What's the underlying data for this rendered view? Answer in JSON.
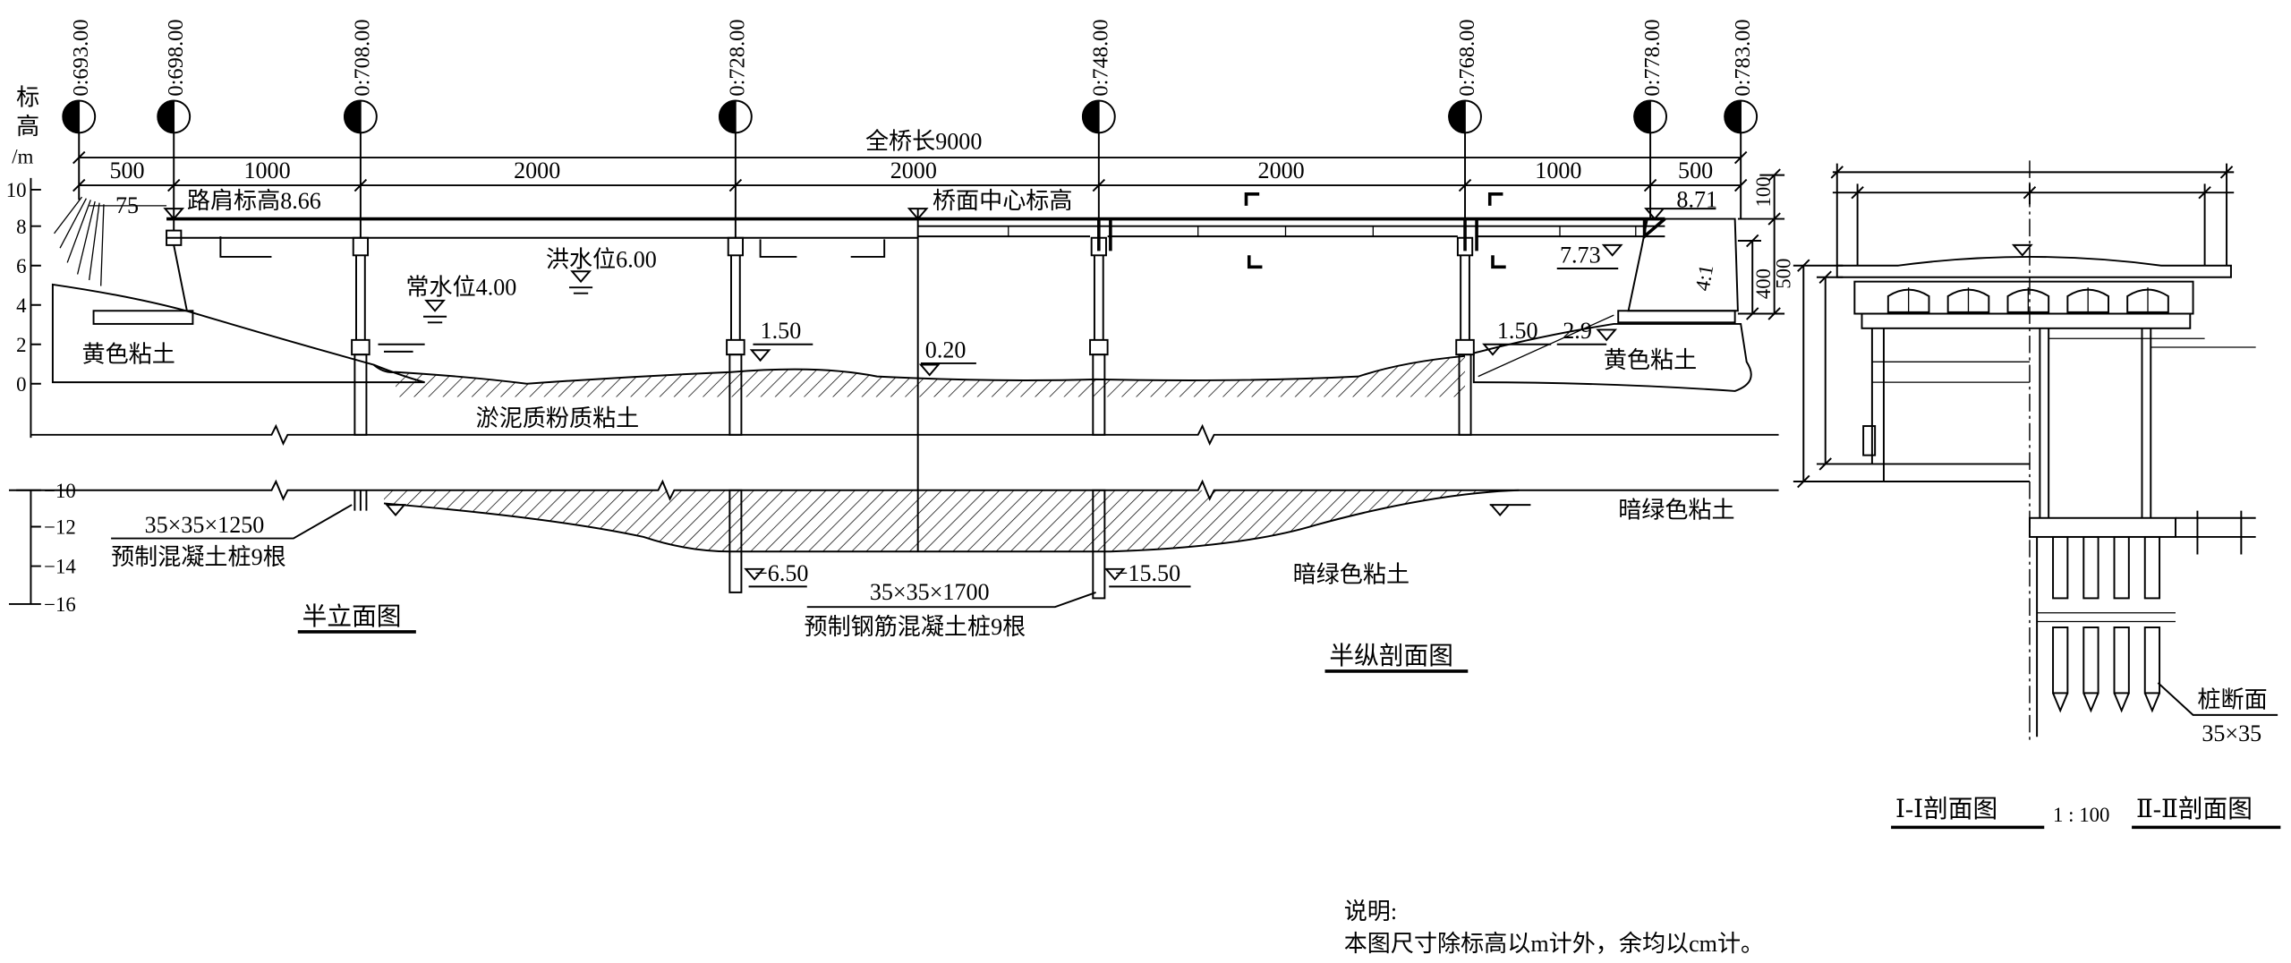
{
  "stations": [
    "0:693.00",
    "0:698.00",
    "0:708.00",
    "0:728.00",
    "0:748.00",
    "0:768.00",
    "0:778.00",
    "0:783.00"
  ],
  "elevation_axis": {
    "title": [
      "标",
      "高",
      "/m"
    ],
    "upper_ticks": [
      "10",
      "8",
      "6",
      "4",
      "2",
      "0"
    ],
    "lower_ticks": [
      "−10",
      "−12",
      "−14",
      "−16"
    ]
  },
  "dimensions": {
    "total_length": "全桥长9000",
    "spans": [
      "500",
      "1000",
      "2000",
      "2000",
      "2000",
      "1000",
      "500"
    ],
    "abutment_offset": "75",
    "abutment_top": "100",
    "abutment_total": "500",
    "abutment_body": "400",
    "slope": "4:1"
  },
  "elevations": {
    "shoulder": "路肩标高8.66",
    "deck_center": "桥面中心标高",
    "right_deck": "8.71",
    "right_bank": "7.73",
    "flood_level": "洪水位6.00",
    "normal_level": "常水位4.00",
    "pier_cap_left": "1.50",
    "riverbed": "0.20",
    "pier_cap_right": "1.50",
    "right_ground": "2.9",
    "pile_tip_left": "−6.50",
    "pile_tip_right": "−15.50"
  },
  "soils": {
    "yellow_clay_left": "黄色粘土",
    "yellow_clay_right": "黄色粘土",
    "silty_clay": "淤泥质粉质粘土",
    "dark_green_clay_right": "暗绿色粘土",
    "dark_green_clay_bottom": "暗绿色粘土"
  },
  "piles": {
    "abutment_size": "35×35×1250",
    "abutment_desc": "预制混凝土桩9根",
    "pier_size": "35×35×1700",
    "pier_desc": "预制钢筋混凝土桩9根",
    "section_label": "桩断面",
    "section_size": "35×35"
  },
  "titles": {
    "half_elevation": "半立面图",
    "half_longitudinal": "半纵剖面图",
    "section_1": "Ⅰ-Ⅰ剖面图",
    "scale": "1 : 100",
    "section_2": "Ⅱ-Ⅱ剖面图"
  },
  "notes": {
    "heading": "说明:",
    "text": "本图尺寸除标高以m计外，余均以cm计。"
  }
}
